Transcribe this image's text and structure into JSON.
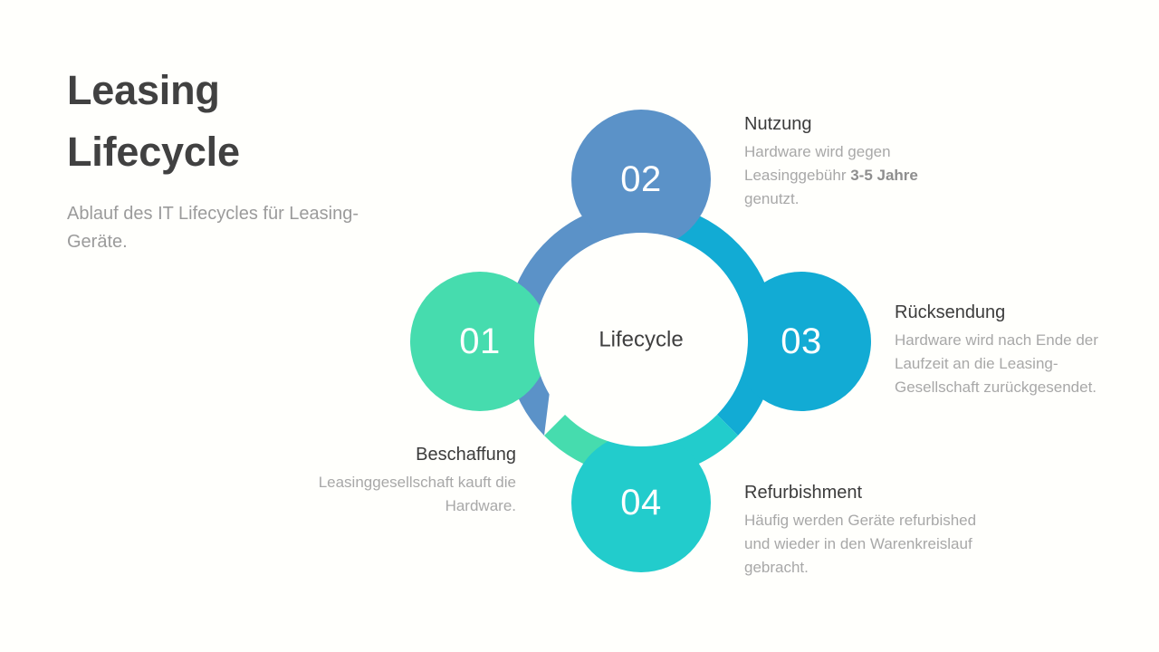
{
  "page": {
    "background_color": "#fffffc",
    "title_color": "#414141",
    "muted_color": "#a8a8a8"
  },
  "headline": {
    "title_line1": "Leasing",
    "title_line2": "Lifecycle",
    "subtitle": "Ablauf des IT Lifecycles für Leasing-Geräte."
  },
  "diagram": {
    "center_label": "Lifecycle",
    "type": "cycle",
    "nodes": [
      {
        "number": "01",
        "color": "#46dcae",
        "title": "Beschaffung",
        "body": "Leasinggesellschaft kauft die Hardware.",
        "position": "left",
        "text_align": "right"
      },
      {
        "number": "02",
        "color": "#5b92c8",
        "title": "Nutzung",
        "body_part1": "Hardware wird gegen Leasinggebühr ",
        "body_bold": "3-5 Jahre",
        "body_part2": " genutzt.",
        "position": "top",
        "text_align": "left"
      },
      {
        "number": "03",
        "color": "#12abd4",
        "title": "Rücksendung",
        "body": "Hardware wird nach Ende der Laufzeit an die Leasing-Gesellschaft zurückgesendet.",
        "position": "right",
        "text_align": "left"
      },
      {
        "number": "04",
        "color": "#22cccc",
        "title": "Refurbishment",
        "body": "Häufig werden Geräte refurbished und wieder in den Warenkreislauf gebracht.",
        "position": "bottom",
        "text_align": "left"
      }
    ]
  }
}
